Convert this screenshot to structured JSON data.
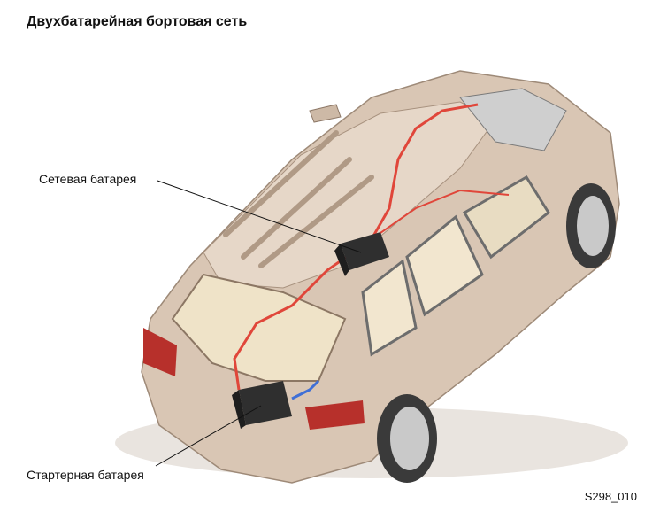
{
  "title": "Двухбатарейная бортовая сеть",
  "callouts": {
    "network_battery": "Сетевая батарея",
    "starter_battery": "Стартерная батарея"
  },
  "figure_id": "S298_010",
  "colors": {
    "car_body": "#d9c6b4",
    "car_shadow": "#b9a28e",
    "interior": "#efe3c8",
    "cable_red": "#e0463a",
    "cable_blue": "#3f6fd6",
    "battery": "#2f2f2f"
  }
}
